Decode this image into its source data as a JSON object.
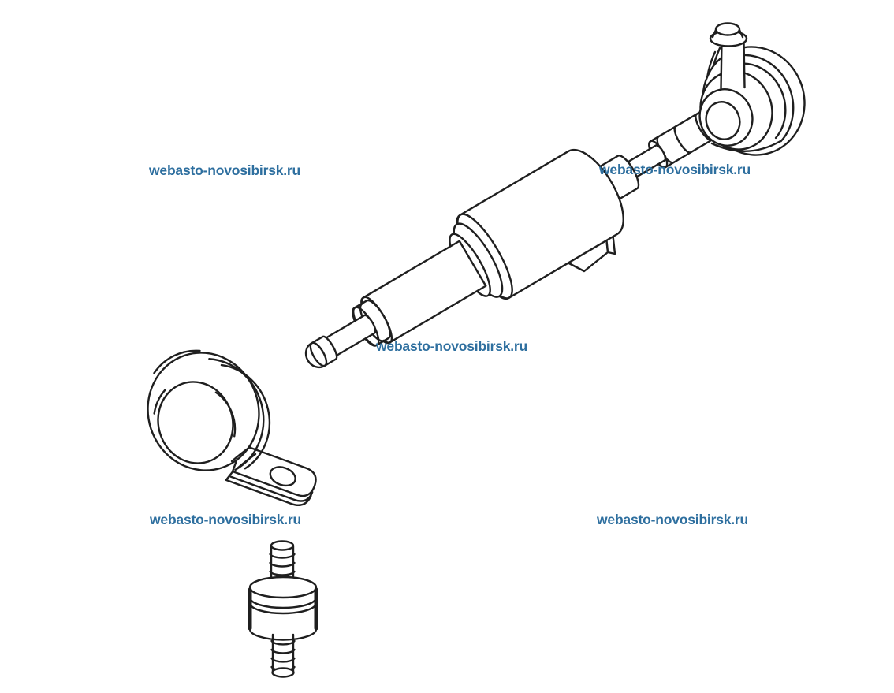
{
  "illustration": {
    "kind": "technical-parts-line-drawing",
    "line_color": "#1f1f1f",
    "background": "#ffffff",
    "parts": [
      "fuel-metering-pump",
      "pump-outlet-tip",
      "pump-nozzle",
      "pump-body",
      "electrical-connector",
      "fuel-hose",
      "pipe-grommet",
      "grommet-pipe",
      "mounting-clamp",
      "rubber-damper"
    ]
  },
  "watermark": {
    "text": "webasto-novosibirsk.ru",
    "color": "#2e6f9f",
    "count": 5
  }
}
